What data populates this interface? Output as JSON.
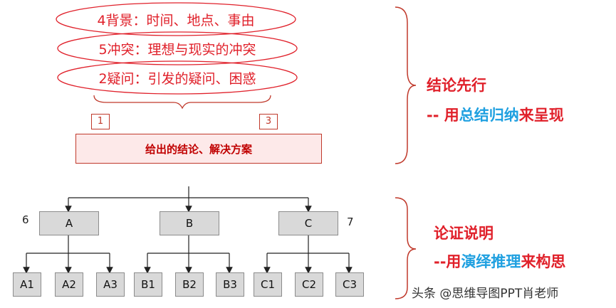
{
  "ellipses": [
    {
      "text": "4背景：时间、地点、事由"
    },
    {
      "text": "5冲突：理想与现实的冲突"
    },
    {
      "text": "2疑问：引发的疑问、困惑"
    }
  ],
  "num_boxes": {
    "left": "1",
    "right": "3"
  },
  "conclusion": "给出的结论、解决方案",
  "top_section": {
    "title": "结论先行",
    "sub_parts": [
      {
        "text": "-- 用",
        "color": "red"
      },
      {
        "text": "总结归纳",
        "color": "blue"
      },
      {
        "text": "来呈现",
        "color": "red"
      }
    ]
  },
  "bottom_section": {
    "title": "论证说明",
    "sub_parts": [
      {
        "text": "--用",
        "color": "red"
      },
      {
        "text": "演绎推理",
        "color": "blue"
      },
      {
        "text": "来构思",
        "color": "red"
      }
    ]
  },
  "tree": {
    "level1": [
      "A",
      "B",
      "C"
    ],
    "level2": [
      "A1",
      "A2",
      "A3",
      "B1",
      "B2",
      "B3",
      "C1",
      "C2",
      "C3"
    ]
  },
  "side_numbers": {
    "left": "6",
    "right": "7"
  },
  "footer": "头条 @思维导图PPT肖老师",
  "colors": {
    "red": "#e0202a",
    "blue": "#1fa0e0",
    "dark_red": "#c00000",
    "box_gray": "#d9d9d9"
  }
}
